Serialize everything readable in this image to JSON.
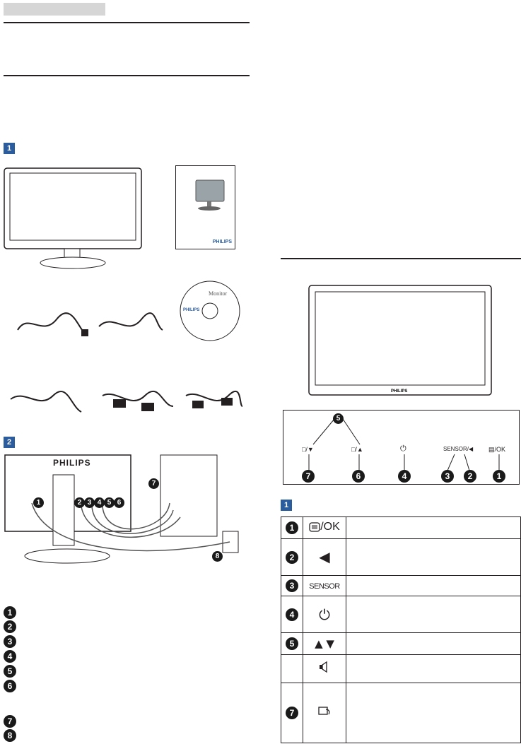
{
  "header": {
    "tab_label": ""
  },
  "steps": {
    "step1": "1",
    "step2": "2",
    "step3": "1"
  },
  "brand": {
    "name": "PHILIPS"
  },
  "package": {
    "cd_title": "Monitor"
  },
  "connectors": [
    "1",
    "2",
    "3",
    "4",
    "5",
    "6",
    "7",
    "8"
  ],
  "right_brand": "PHILIPS",
  "controls": {
    "top_num": "5",
    "labels": [
      "□/▼",
      "□/▲",
      "⏻",
      "SENSOR/◀",
      "▤/OK"
    ],
    "bottom_nums": [
      "7",
      "6",
      "4",
      "3",
      "2",
      "1"
    ]
  },
  "key_table": {
    "rows": [
      {
        "num": "1",
        "key": "/OK"
      },
      {
        "num": "2",
        "key": "◀"
      },
      {
        "num": "3",
        "key": "SENSOR"
      },
      {
        "num": "4",
        "key": "⏻"
      },
      {
        "num": "5",
        "key": "▲ ▼"
      },
      {
        "num": "",
        "key": ""
      },
      {
        "num": "7",
        "key": ""
      }
    ]
  },
  "left_list": [
    "1",
    "2",
    "3",
    "4",
    "5",
    "6",
    "7",
    "8"
  ],
  "colors": {
    "badge": "#2b5c9e",
    "dark": "#231f20"
  }
}
